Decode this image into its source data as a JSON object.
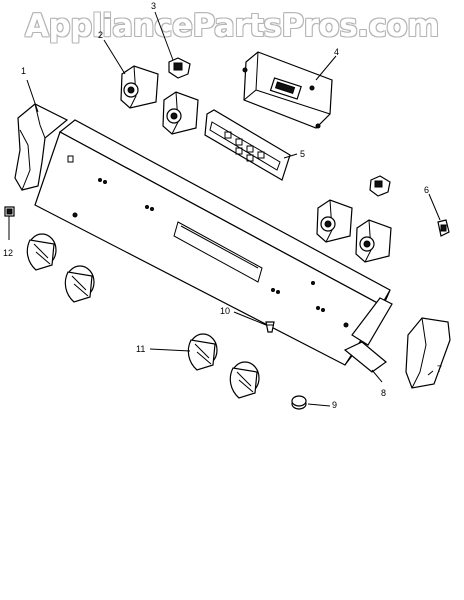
{
  "watermark": "AppliancePartsPros.com",
  "callouts": {
    "c1": "1",
    "c2": "2",
    "c3": "3",
    "c4": "4",
    "c5": "5",
    "c6": "6",
    "c7": "7",
    "c8": "8",
    "c9": "9",
    "c10": "10",
    "c11": "11",
    "c12": "12"
  }
}
